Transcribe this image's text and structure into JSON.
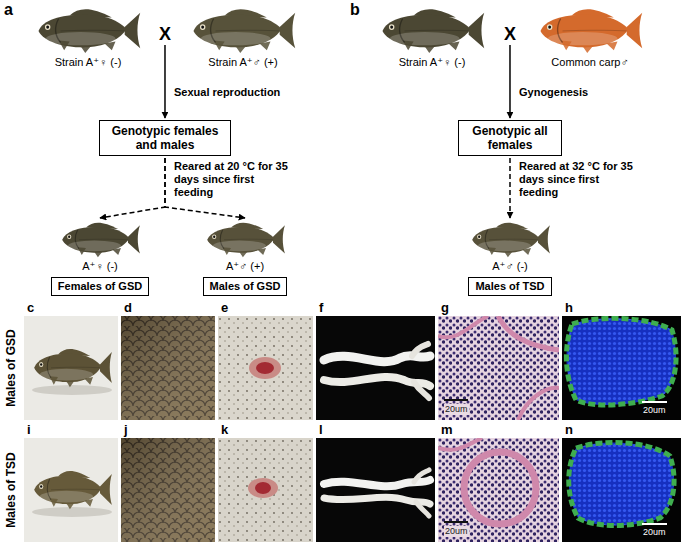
{
  "diagram": {
    "nodes": [
      {
        "text": [
          "Strain A⁺♀ (-)"
        ]
      },
      {
        "text": [
          "X"
        ]
      },
      {
        "text": [
          "Strain A⁺♂ (+)"
        ]
      },
      {
        "text": [
          "Genotypic females and males"
        ]
      },
      {
        "text": [
          "A⁺♀ (-)"
        ]
      },
      {
        "text": [
          "A⁺♂ (+)"
        ]
      },
      {
        "text": [
          "Females of GSD"
        ]
      },
      {
        "text": [
          "Males of GSD"
        ]
      },
      {
        "text": [
          "Strain A⁺♀ (-)"
        ]
      },
      {
        "text": [
          "X"
        ]
      },
      {
        "text": [
          "Common carp♂"
        ]
      },
      {
        "text": [
          "Genotypic all females"
        ]
      },
      {
        "text": [
          "A⁺♂ (-)"
        ]
      },
      {
        "text": [
          "Males of TSD"
        ]
      }
    ],
    "edges": [
      {
        "from": 1,
        "to": 3,
        "label": "Sexual reproduction",
        "arrow": "to"
      },
      {
        "from": 3,
        "to": 4,
        "arrow": "to"
      },
      {
        "from": 3,
        "to": 5,
        "label": "Reared at 20 °C for 35 days since first feeding",
        "arrow": "to"
      },
      {
        "from": 9,
        "to": 11,
        "label": "Gynogenesis",
        "arrow": "to"
      },
      {
        "from": 11,
        "to": 12,
        "label": "Reared at 32 °C for 35 days since first feeding",
        "arrow": "to"
      }
    ],
    "labels": [
      "a",
      "b",
      "Males of GSD",
      "c",
      "d",
      "e",
      "f",
      "g",
      "20um",
      "h",
      "20um",
      "Males of TSD",
      "i",
      "j",
      "k",
      "l",
      "m",
      "20um",
      "n",
      "20um"
    ]
  }
}
